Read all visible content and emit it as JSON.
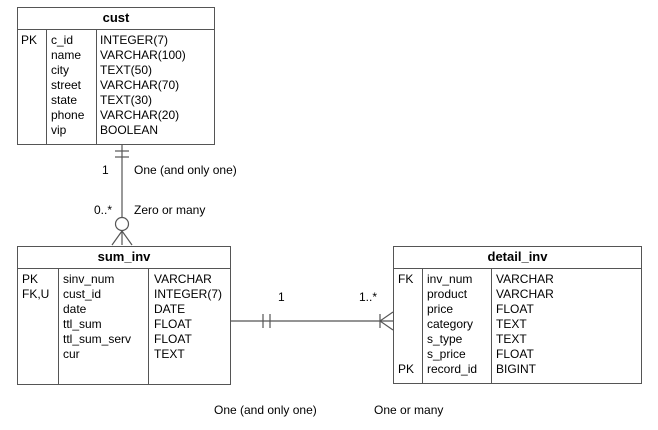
{
  "entities": {
    "cust": {
      "name": "cust",
      "keys": [
        "PK",
        "",
        "",
        "",
        "",
        "",
        ""
      ],
      "fields": [
        "c_id",
        "name",
        "city",
        "street",
        "state",
        "phone",
        "vip"
      ],
      "types": [
        "INTEGER(7)",
        "VARCHAR(100)",
        "TEXT(50)",
        "VARCHAR(70)",
        "TEXT(30)",
        "VARCHAR(20)",
        "BOOLEAN"
      ]
    },
    "sum_inv": {
      "name": "sum_inv",
      "keys": [
        "PK",
        "FK,U",
        "",
        "",
        "",
        ""
      ],
      "fields": [
        "sinv_num",
        "cust_id",
        "date",
        "ttl_sum",
        "ttl_sum_serv",
        "cur"
      ],
      "types": [
        "VARCHAR",
        "INTEGER(7)",
        "DATE",
        "FLOAT",
        "FLOAT",
        "TEXT"
      ]
    },
    "detail_inv": {
      "name": "detail_inv",
      "keys": [
        "FK",
        "",
        "",
        "",
        "",
        "",
        "PK"
      ],
      "fields": [
        "inv_num",
        "product",
        "price",
        "category",
        "s_type",
        "s_price",
        "record_id"
      ],
      "types": [
        "VARCHAR",
        "VARCHAR",
        "FLOAT",
        "TEXT",
        "TEXT",
        "FLOAT",
        "BIGINT"
      ]
    }
  },
  "relationships": {
    "cust_sum": {
      "upper_multiplicity": "1",
      "upper_label": "One (and only one)",
      "lower_multiplicity": "0..*",
      "lower_label": "Zero or many"
    },
    "sum_detail": {
      "left_multiplicity": "1",
      "left_label": "One (and only one)",
      "right_multiplicity": "1..*",
      "right_label": "One or many"
    }
  },
  "colors": {
    "line": "#555555",
    "text": "#000000",
    "background": "#ffffff"
  }
}
